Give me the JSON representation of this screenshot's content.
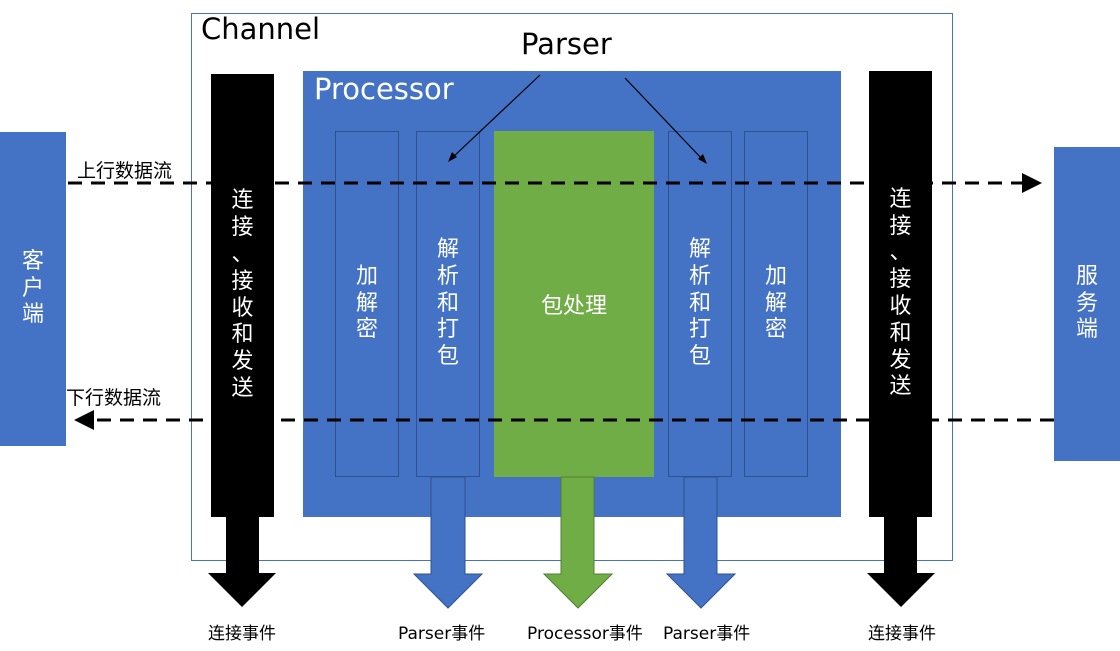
{
  "channel": {
    "title": "Channel"
  },
  "processor": {
    "title": "Processor"
  },
  "parser": {
    "title": "Parser"
  },
  "client": {
    "label": [
      "客",
      "户",
      "端"
    ]
  },
  "server": {
    "label": [
      "服",
      "务",
      "端"
    ]
  },
  "left_conn": {
    "label": [
      "连",
      "接",
      "、",
      "接",
      "收",
      "和",
      "发",
      "送"
    ]
  },
  "right_conn": {
    "label": [
      "连",
      "接",
      "、",
      "接",
      "收",
      "和",
      "发",
      "送"
    ]
  },
  "crypto_left": {
    "label": [
      "加",
      "解",
      "密"
    ]
  },
  "parse_left": {
    "label": [
      "解",
      "析",
      "和",
      "打",
      "包"
    ]
  },
  "packet": {
    "label": "包处理"
  },
  "parse_right": {
    "label": [
      "解",
      "析",
      "和",
      "打",
      "包"
    ]
  },
  "crypto_right": {
    "label": [
      "加",
      "解",
      "密"
    ]
  },
  "flows": {
    "upstream": "上行数据流",
    "downstream": "下行数据流"
  },
  "events": {
    "conn_left": "连接事件",
    "parser_left": "Parser事件",
    "processor": "Processor事件",
    "parser_right": "Parser事件",
    "conn_right": "连接事件"
  },
  "colors": {
    "blue": "#4472c4",
    "green": "#70ad47",
    "black": "#000000"
  }
}
